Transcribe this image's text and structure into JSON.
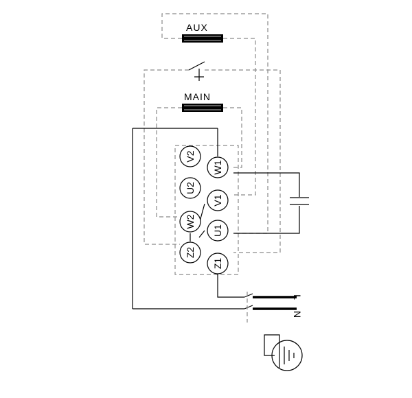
{
  "coils": {
    "aux_label": "AUX",
    "main_label": "MAIN"
  },
  "terminals": {
    "left": [
      "V2",
      "U2",
      "W2",
      "Z2"
    ],
    "right": [
      "W1",
      "V1",
      "U1",
      "Z1"
    ]
  },
  "supply": {
    "line_label": "L",
    "neutral_label": "N"
  },
  "colors": {
    "wire": "#000000",
    "internal_wire": "#8a8a8a"
  }
}
